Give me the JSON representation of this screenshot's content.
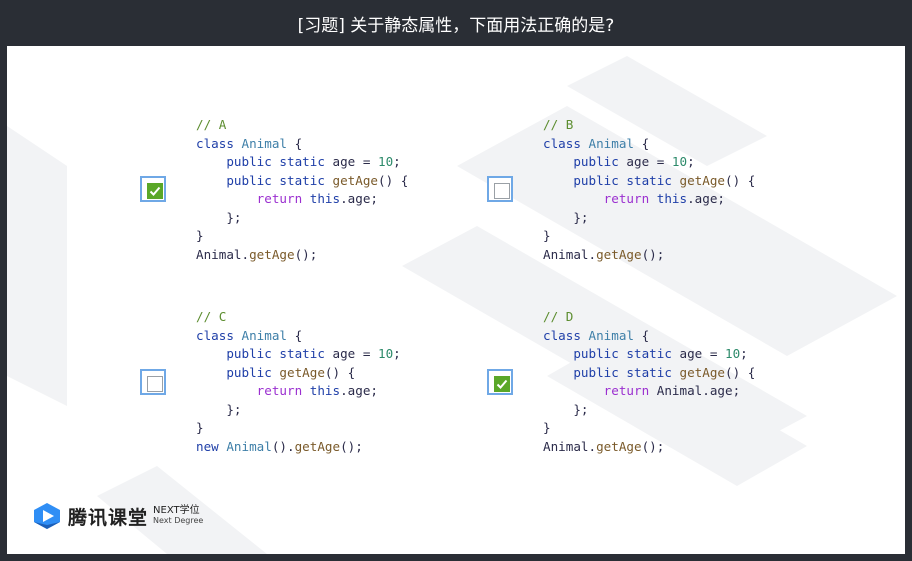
{
  "title": "[习题] 关于静态属性，下面用法正确的是?",
  "options": [
    {
      "id": "A",
      "checked": true,
      "lines": [
        [
          [
            "cm",
            "// A"
          ]
        ],
        [
          [
            "kw",
            "class "
          ],
          [
            "cls",
            "Animal"
          ],
          [
            "plain",
            " {"
          ]
        ],
        [
          [
            "plain",
            "    "
          ],
          [
            "kw",
            "public static "
          ],
          [
            "plain",
            "age = "
          ],
          [
            "num",
            "10"
          ],
          [
            "plain",
            ";"
          ]
        ],
        [
          [
            "plain",
            "    "
          ],
          [
            "kw",
            "public static "
          ],
          [
            "fn",
            "getAge"
          ],
          [
            "plain",
            "() {"
          ]
        ],
        [
          [
            "plain",
            "        "
          ],
          [
            "ret",
            "return "
          ],
          [
            "kw",
            "this"
          ],
          [
            "plain",
            ".age;"
          ]
        ],
        [
          [
            "plain",
            "    };"
          ]
        ],
        [
          [
            "plain",
            "}"
          ]
        ],
        [
          [
            "plain",
            "Animal."
          ],
          [
            "fn",
            "getAge"
          ],
          [
            "plain",
            "();"
          ]
        ]
      ]
    },
    {
      "id": "B",
      "checked": false,
      "lines": [
        [
          [
            "cm",
            "// B"
          ]
        ],
        [
          [
            "kw",
            "class "
          ],
          [
            "cls",
            "Animal"
          ],
          [
            "plain",
            " {"
          ]
        ],
        [
          [
            "plain",
            "    "
          ],
          [
            "kw",
            "public "
          ],
          [
            "plain",
            "age = "
          ],
          [
            "num",
            "10"
          ],
          [
            "plain",
            ";"
          ]
        ],
        [
          [
            "plain",
            "    "
          ],
          [
            "kw",
            "public static "
          ],
          [
            "fn",
            "getAge"
          ],
          [
            "plain",
            "() {"
          ]
        ],
        [
          [
            "plain",
            "        "
          ],
          [
            "ret",
            "return "
          ],
          [
            "kw",
            "this"
          ],
          [
            "plain",
            ".age;"
          ]
        ],
        [
          [
            "plain",
            "    };"
          ]
        ],
        [
          [
            "plain",
            "}"
          ]
        ],
        [
          [
            "plain",
            "Animal."
          ],
          [
            "fn",
            "getAge"
          ],
          [
            "plain",
            "();"
          ]
        ]
      ]
    },
    {
      "id": "C",
      "checked": false,
      "lines": [
        [
          [
            "cm",
            "// C"
          ]
        ],
        [
          [
            "kw",
            "class "
          ],
          [
            "cls",
            "Animal"
          ],
          [
            "plain",
            " {"
          ]
        ],
        [
          [
            "plain",
            "    "
          ],
          [
            "kw",
            "public static "
          ],
          [
            "plain",
            "age = "
          ],
          [
            "num",
            "10"
          ],
          [
            "plain",
            ";"
          ]
        ],
        [
          [
            "plain",
            "    "
          ],
          [
            "kw",
            "public "
          ],
          [
            "fn",
            "getAge"
          ],
          [
            "plain",
            "() {"
          ]
        ],
        [
          [
            "plain",
            "        "
          ],
          [
            "ret",
            "return "
          ],
          [
            "kw",
            "this"
          ],
          [
            "plain",
            ".age;"
          ]
        ],
        [
          [
            "plain",
            "    };"
          ]
        ],
        [
          [
            "plain",
            "}"
          ]
        ],
        [
          [
            "kw",
            "new "
          ],
          [
            "cls",
            "Animal"
          ],
          [
            "plain",
            "()."
          ],
          [
            "fn",
            "getAge"
          ],
          [
            "plain",
            "();"
          ]
        ]
      ]
    },
    {
      "id": "D",
      "checked": true,
      "lines": [
        [
          [
            "cm",
            "// D"
          ]
        ],
        [
          [
            "kw",
            "class "
          ],
          [
            "cls",
            "Animal"
          ],
          [
            "plain",
            " {"
          ]
        ],
        [
          [
            "plain",
            "    "
          ],
          [
            "kw",
            "public static "
          ],
          [
            "plain",
            "age = "
          ],
          [
            "num",
            "10"
          ],
          [
            "plain",
            ";"
          ]
        ],
        [
          [
            "plain",
            "    "
          ],
          [
            "kw",
            "public static "
          ],
          [
            "fn",
            "getAge"
          ],
          [
            "plain",
            "() {"
          ]
        ],
        [
          [
            "plain",
            "        "
          ],
          [
            "ret",
            "return "
          ],
          [
            "plain",
            "Animal.age;"
          ]
        ],
        [
          [
            "plain",
            "    };"
          ]
        ],
        [
          [
            "plain",
            "}"
          ]
        ],
        [
          [
            "plain",
            "Animal."
          ],
          [
            "fn",
            "getAge"
          ],
          [
            "plain",
            "();"
          ]
        ]
      ]
    }
  ],
  "logo": {
    "brand": "腾讯课堂",
    "next": "NEXT学位",
    "degree": "Next Degree"
  },
  "colors": {
    "checkbox_border": "#6fa8e6",
    "check_fill": "#5aa728",
    "titlebar": "#2a2e35"
  }
}
